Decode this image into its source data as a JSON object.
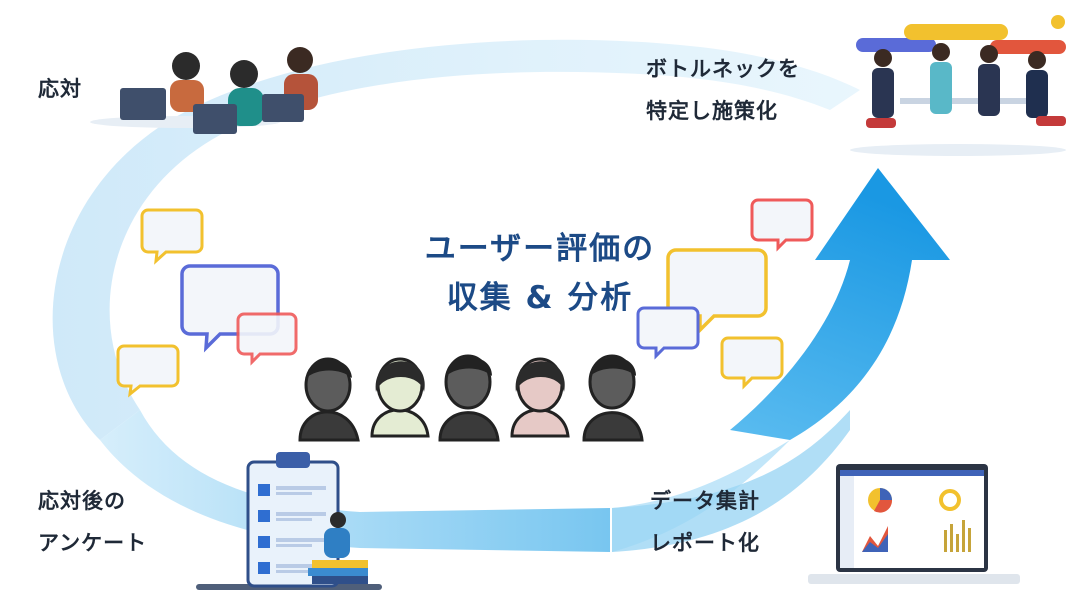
{
  "center": {
    "line1": "ユーザー評価の",
    "line2": "収集 & 分析"
  },
  "steps": {
    "respond": "応対",
    "survey_line1": "応対後の",
    "survey_line2": "アンケート",
    "report_line1": "データ集計",
    "report_line2": "レポート化",
    "bottleneck_line1": "ボトルネックを",
    "bottleneck_line2": "特定し施策化"
  },
  "colors": {
    "cycle_light": "#dff0fb",
    "cycle_mid": "#8fd0f4",
    "cycle_dark": "#1a9fe6",
    "title": "#1c4a86",
    "bubble_yellow": "#f2c12e",
    "bubble_blue": "#5a6bd8",
    "bubble_red": "#ef5a5a"
  }
}
